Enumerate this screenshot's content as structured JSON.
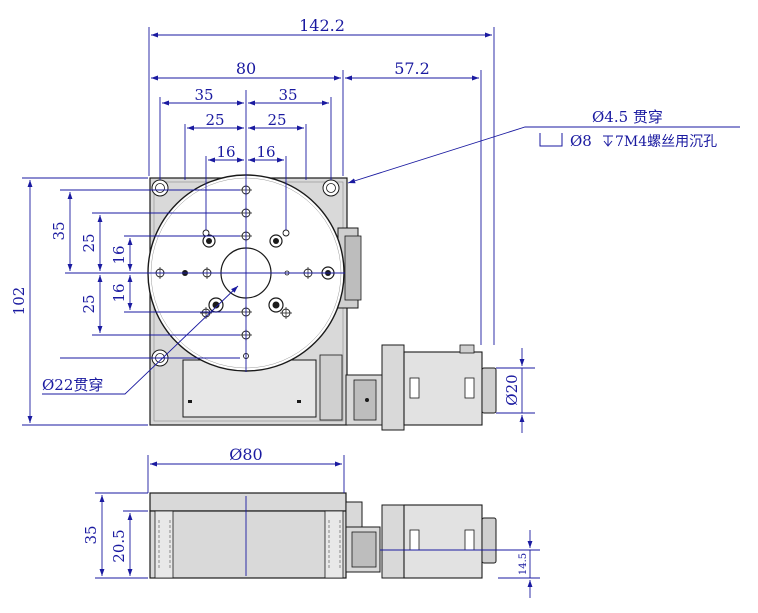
{
  "colors": {
    "dimension": "#1a1aa0",
    "outline": "#1a1a1a",
    "panel": "#d9d9d9",
    "background": "#ffffff"
  },
  "dimensions": {
    "overall_width": "142.2",
    "body_width": "80",
    "motor_offset": "57.2",
    "hole_spacing_35": "35",
    "hole_spacing_25": "25",
    "hole_spacing_16": "16",
    "height": "102",
    "motor_diameter": "Ø20",
    "table_diameter": "Ø80",
    "side_height": "35",
    "side_base_height": "20.5",
    "motor_axis_height": "14.5"
  },
  "callouts": {
    "through_hole": "Ø4.5 贯穿",
    "counterbore": "Ø8",
    "counterbore_depth": "7M4螺丝用沉孔",
    "center_hole": "Ø22贯穿"
  }
}
